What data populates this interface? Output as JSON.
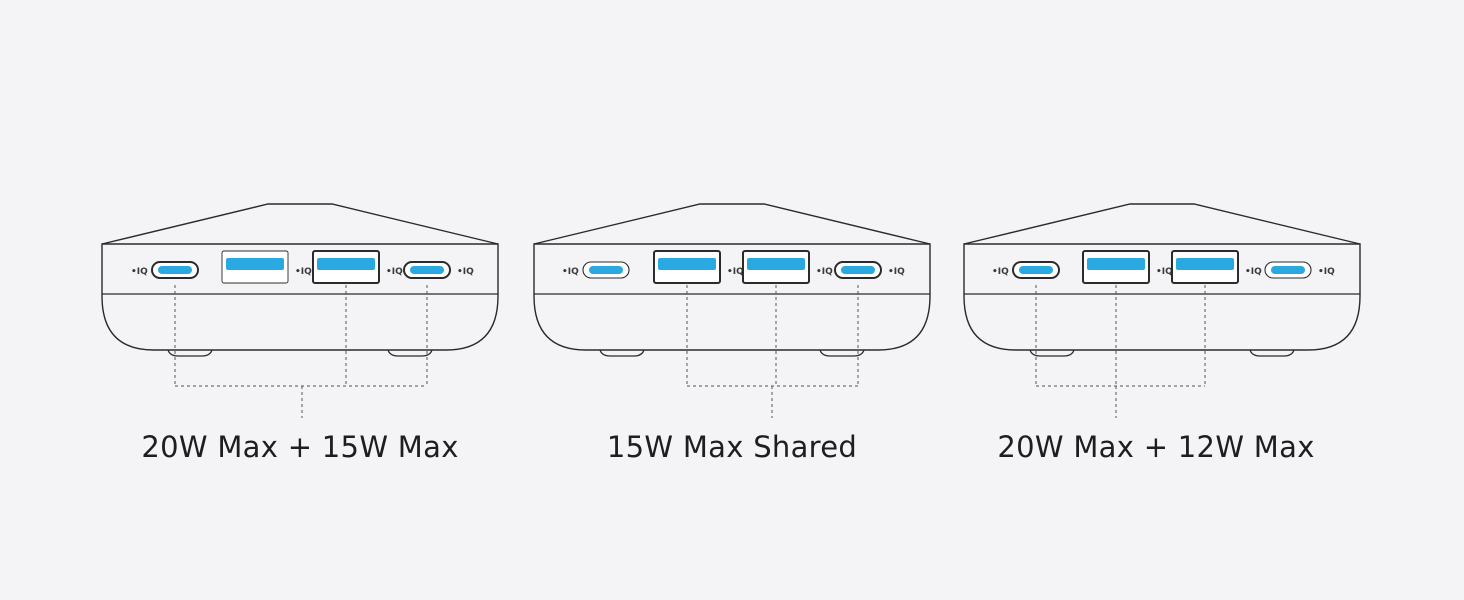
{
  "colors": {
    "background": "#f4f4f6",
    "outline": "#2b2b2b",
    "port_fill": "#2aa9e0",
    "text": "#1e1e1e"
  },
  "port_icon_label": "IQ",
  "chargers": [
    {
      "caption": "20W Max + 15W Max",
      "ports": [
        {
          "type": "usb-c",
          "highlighted": true
        },
        {
          "type": "usb-a",
          "highlighted": false
        },
        {
          "type": "usb-a",
          "highlighted": true
        },
        {
          "type": "usb-c",
          "highlighted": true
        }
      ]
    },
    {
      "caption": "15W Max Shared",
      "ports": [
        {
          "type": "usb-c",
          "highlighted": false
        },
        {
          "type": "usb-a",
          "highlighted": true
        },
        {
          "type": "usb-a",
          "highlighted": true
        },
        {
          "type": "usb-c",
          "highlighted": true
        }
      ]
    },
    {
      "caption": "20W Max + 12W Max",
      "ports": [
        {
          "type": "usb-c",
          "highlighted": true
        },
        {
          "type": "usb-a",
          "highlighted": true
        },
        {
          "type": "usb-a",
          "highlighted": true
        },
        {
          "type": "usb-c",
          "highlighted": false
        }
      ]
    }
  ]
}
